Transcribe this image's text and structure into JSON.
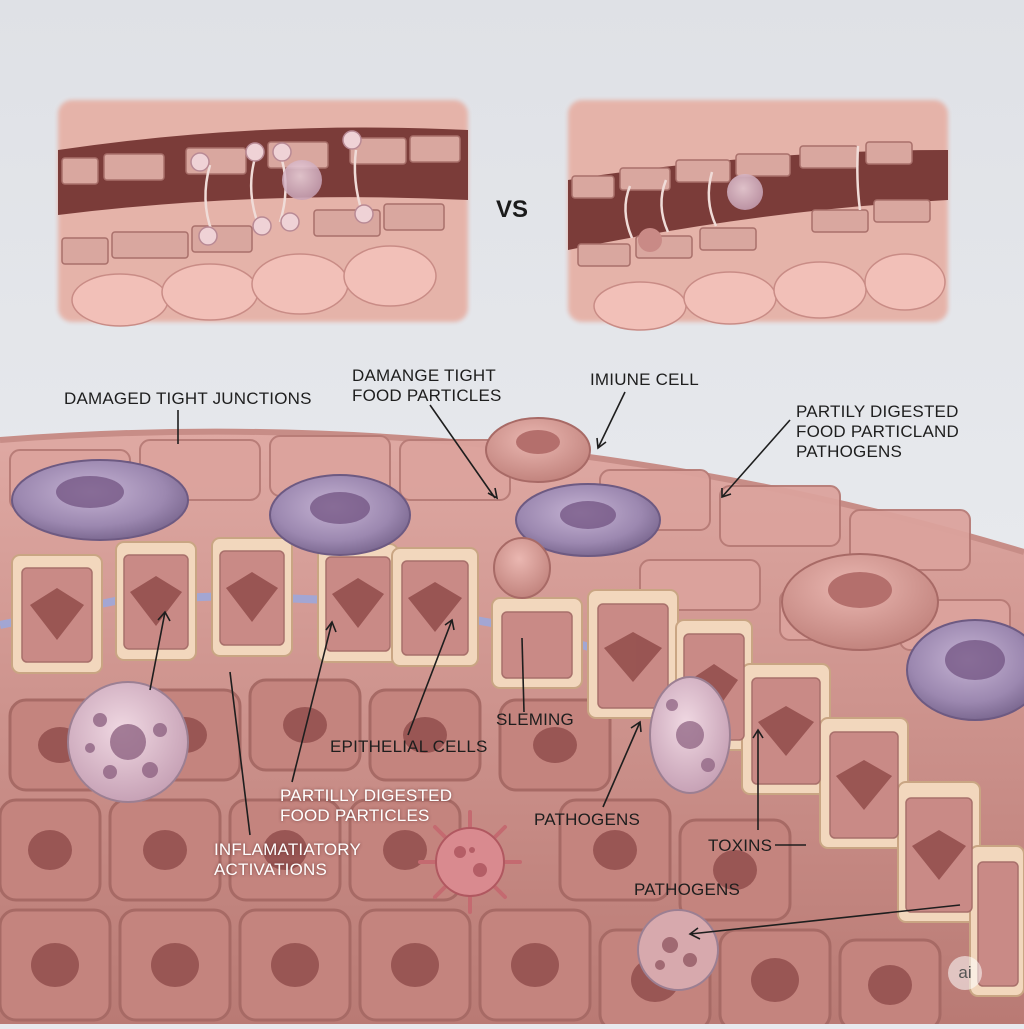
{
  "comparison": {
    "vs": "VS"
  },
  "labels": {
    "damaged_tight_junctions": "DAMAGED TIGHT JUNCTIONS",
    "damage_tight_food_particles": "DAMANGE TIGHT\nFOOD PARTICLES",
    "immune_cell": "IMIUNE CELL",
    "partly_digested_food_and_pathogens": "PARTILY DIGESTED\nFOOD PARTICLAND\nPATHOGENS",
    "sleming": "SLEMING",
    "epithelial_cells": "EPITHELIAL CELLS",
    "partly_digested_food_particles": "PARTILLY DIGESTED\nFOOD PARTICLES",
    "inflammatory_activations": "INFLAMATIATORY\nACTIVATIONS",
    "pathogens_mid": "PATHOGENS",
    "toxins": "TOXINS",
    "pathogens_low": "PATHOGENS"
  },
  "watermark": "ai",
  "colors": {
    "background": "#e9eaee",
    "tissue": "#d49a94",
    "tissue_dark": "#b8736f",
    "cell_face": "#f2d7bd",
    "cell_inner": "#c98a86",
    "immune_cell": "#9d88ad",
    "junction": "#9aa8de"
  }
}
